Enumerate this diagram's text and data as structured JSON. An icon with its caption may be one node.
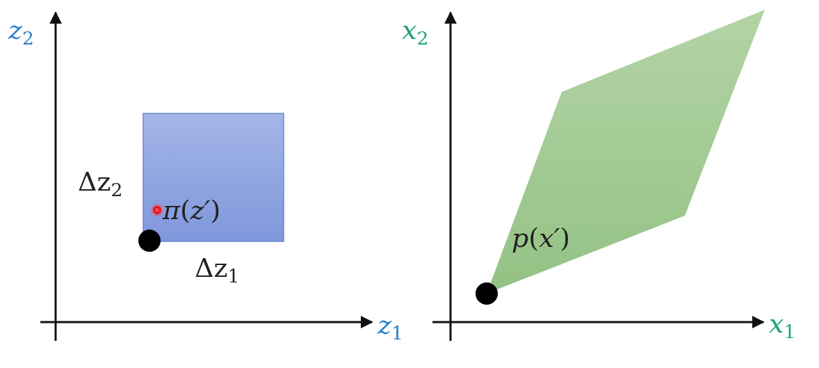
{
  "diagram": {
    "nodes": [
      {
        "text": [
          "*π*(*z′*)"
        ],
        "beside": [
          "Δz$_{2}$",
          "Δz$_{1}$"
        ]
      },
      {
        "text": [
          "*p*(*x′*)"
        ]
      }
    ],
    "labels": [
      "*z*$_{2}$",
      "*z*$_{1}$",
      "*x*$_{2}$",
      "*x*$_{1}$"
    ]
  }
}
